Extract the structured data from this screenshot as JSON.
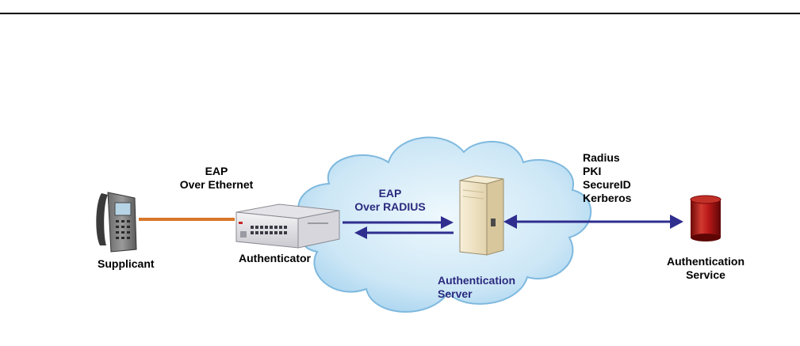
{
  "colors": {
    "ethernet_link": "#d9772b",
    "radius_arrow": "#2f2e8f",
    "cloud_fill": "#cfe8f7",
    "cloud_stroke": "#7fb9df",
    "server_body": "#eee3c6",
    "db_red": "#b01515",
    "label_blue": "#2b2a7e"
  },
  "nodes": {
    "supplicant": {
      "label": "Supplicant",
      "icon": "ip-phone-icon"
    },
    "authenticator": {
      "label": "Authenticator",
      "icon": "ethernet-switch-icon"
    },
    "authentication_server": {
      "label_lines": [
        "Authentication",
        "Server"
      ],
      "icon": "server-tower-icon"
    },
    "authentication_service": {
      "label_lines": [
        "Authentication",
        "Service"
      ],
      "icon": "database-cylinder-icon"
    }
  },
  "links": {
    "eap_over_ethernet": {
      "label_lines": [
        "EAP",
        "Over Ethernet"
      ]
    },
    "eap_over_radius": {
      "label_lines": [
        "EAP",
        "Over RADIUS"
      ]
    },
    "auth_methods": {
      "label_lines": [
        "Radius",
        "PKI",
        "SecureID",
        "Kerberos"
      ]
    }
  }
}
